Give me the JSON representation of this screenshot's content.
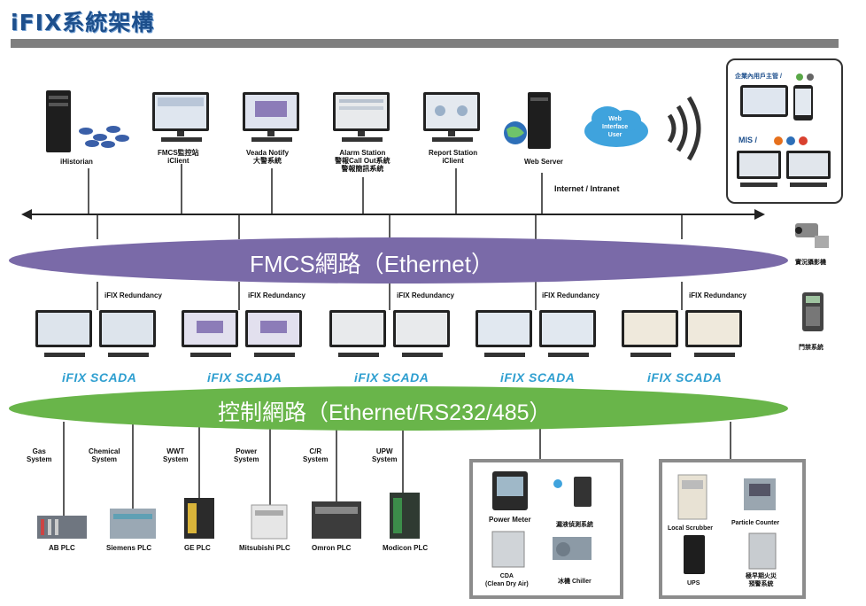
{
  "title": "iFIX系統架構",
  "top_nodes": {
    "historian": "iHistorian",
    "fmcs_client": [
      "FMCS監控站",
      "iClient"
    ],
    "veada": [
      "Veada Notify",
      "大警系統"
    ],
    "alarm": [
      "Alarm Station",
      "警報Call Out系統",
      "警報簡訊系統"
    ],
    "report": [
      "Report Station",
      "iClient"
    ],
    "web_server": "Web Server",
    "cloud": [
      "Web",
      "Interface",
      "User"
    ],
    "internet": "Internet / Intranet"
  },
  "mobile_box": {
    "header": "企業內用戶主管 /",
    "mis": "MIS /"
  },
  "right_devices": {
    "camera": "實況攝影機",
    "door": "門禁系統"
  },
  "fmcs_network": "FMCS網路（Ethernet）",
  "control_network": "控制網路（Ethernet/RS232/485）",
  "redundancy": [
    "iFIX Redundancy",
    "iFIX Redundancy",
    "iFIX Redundancy",
    "iFIX Redundancy",
    "iFIX Redundancy"
  ],
  "scada": [
    "iFIX SCADA",
    "iFIX SCADA",
    "iFIX SCADA",
    "iFIX SCADA",
    "iFIX SCADA"
  ],
  "systems": [
    {
      "name": [
        "Gas",
        "System"
      ],
      "plc": "AB PLC"
    },
    {
      "name": [
        "Chemical",
        "System"
      ],
      "plc": "Siemens PLC"
    },
    {
      "name": [
        "WWT",
        "System"
      ],
      "plc": "GE PLC"
    },
    {
      "name": [
        "Power",
        "System"
      ],
      "plc": "Mitsubishi PLC"
    },
    {
      "name": [
        "C/R",
        "System"
      ],
      "plc": "Omron PLC"
    },
    {
      "name": [
        "UPW",
        "System"
      ],
      "plc": "Modicon PLC"
    }
  ],
  "box1": {
    "power_meter": "Power Meter",
    "leak": "漏液偵測系統",
    "cda": [
      "CDA",
      "(Clean Dry Air)"
    ],
    "chiller": "冰機 Chiller"
  },
  "box2": {
    "scrubber": "Local Scrubber",
    "particle": "Particle Counter",
    "ups": "UPS",
    "fire": [
      "極早期火災",
      "預警系統"
    ]
  },
  "colors": {
    "fmcs": "#7a6aa8",
    "control": "#69b54a",
    "scada_text": "#2f9fd0",
    "title": "#1d4f8c"
  }
}
